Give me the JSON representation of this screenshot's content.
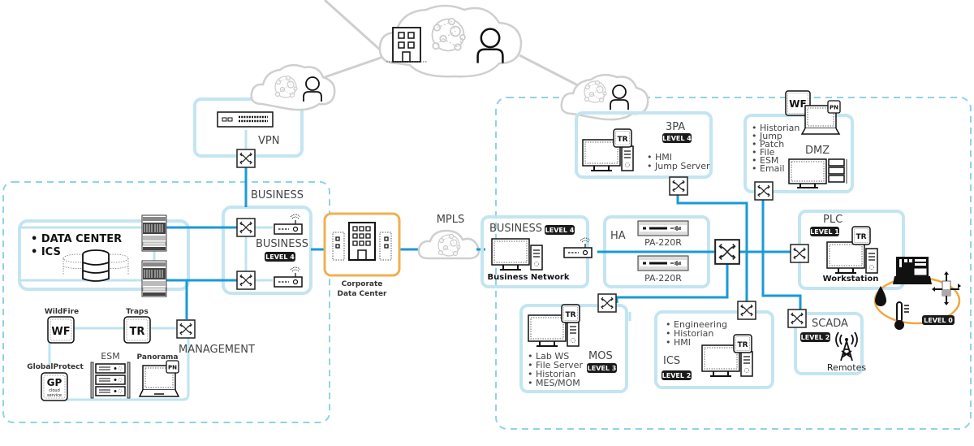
{
  "title": "Network segmentation architecture diagram",
  "colors": {
    "link": "#1a9ad6",
    "zone_border": "#c3e5f1",
    "outer_zone_dash": "#8fd3e6",
    "corporate_dc_border": "#f0b050",
    "cloud_stroke": "#cfcfcf",
    "badge_bg": "#1a1a1a"
  },
  "internet": {
    "main_cloud": {
      "icons": [
        "building-icon",
        "network-globe-icon",
        "user-icon"
      ]
    },
    "left_cloud": {
      "icons": [
        "network-globe-icon",
        "user-icon"
      ]
    },
    "right_cloud": {
      "icons": [
        "network-globe-icon",
        "user-icon"
      ]
    }
  },
  "left_site": {
    "vpn": {
      "label": "VPN"
    },
    "business_top_label": "BUSINESS",
    "business_zone": {
      "label": "BUSINESS",
      "level": "LEVEL 4"
    },
    "data_center": {
      "items": [
        "DATA CENTER",
        "ICS"
      ]
    },
    "management": {
      "label": "MANAGEMENT",
      "wildfire": {
        "caption": "WildFire",
        "code": "WF"
      },
      "traps": {
        "caption": "Traps",
        "code": "TR"
      },
      "globalprotect": {
        "caption": "GlobalProtect",
        "code": "GP",
        "sub": [
          "cloud",
          "service"
        ]
      },
      "esm": {
        "caption": "ESM"
      },
      "panorama": {
        "caption": "Panorama",
        "code": "PN"
      }
    }
  },
  "corporate_dc": {
    "label_line1": "Corporate",
    "label_line2": "Data Center"
  },
  "mpls": {
    "label": "MPLS"
  },
  "right_site": {
    "business": {
      "label": "BUSINESS",
      "level": "LEVEL 4",
      "caption": "Business Network"
    },
    "ha": {
      "label": "HA",
      "devices": [
        "PA-220R",
        "PA-220R"
      ]
    },
    "tpa": {
      "label": "3PA",
      "level": "LEVEL 4",
      "code": "TR",
      "items": [
        "HMI",
        "Jump Server"
      ]
    },
    "dmz": {
      "label": "DMZ",
      "wf_code": "WF",
      "pn_code": "PN",
      "items": [
        "Historian",
        "Jump",
        "Patch",
        "File",
        "ESM",
        "Email"
      ]
    },
    "plc": {
      "label": "PLC",
      "level": "LEVEL 1",
      "code": "TR",
      "caption": "Workstation"
    },
    "level0": {
      "level": "LEVEL 0"
    },
    "mos": {
      "label": "MOS",
      "level": "LEVEL 3",
      "code": "TR",
      "items": [
        "Lab WS",
        "File Server",
        "Historian",
        "MES/MOM"
      ]
    },
    "ics": {
      "label": "ICS",
      "level": "LEVEL 2",
      "code": "TR",
      "items": [
        "Engineering",
        "Historian",
        "HMI"
      ]
    },
    "scada": {
      "label": "SCADA",
      "level": "LEVEL 2",
      "caption": "Remotes"
    }
  }
}
